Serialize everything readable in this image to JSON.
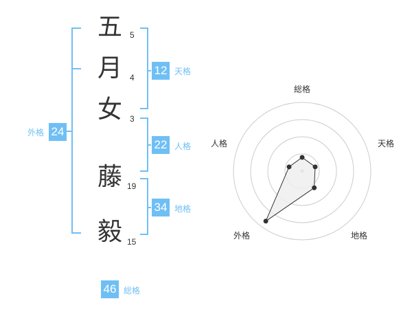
{
  "name": {
    "characters": [
      {
        "char": "五",
        "strokes": "5"
      },
      {
        "char": "月",
        "strokes": "4"
      },
      {
        "char": "女",
        "strokes": "3"
      },
      {
        "char": "藤",
        "strokes": "19"
      },
      {
        "char": "毅",
        "strokes": "15"
      }
    ]
  },
  "fortune": {
    "tenkaku": {
      "value": "12",
      "label": "天格"
    },
    "jinkaku": {
      "value": "22",
      "label": "人格"
    },
    "chikaku": {
      "value": "34",
      "label": "地格"
    },
    "gaikaku": {
      "value": "24",
      "label": "外格"
    },
    "soukaku": {
      "value": "46",
      "label": "総格"
    }
  },
  "radar": {
    "axis_labels": [
      "総格",
      "天格",
      "地格",
      "外格",
      "人格"
    ],
    "values": [
      0.2,
      0.2,
      0.3,
      0.9,
      0.2
    ],
    "colors": {
      "accent": "#6fbff5",
      "grid": "#cccccc",
      "fill": "#eeeeee",
      "line": "#333333"
    }
  }
}
